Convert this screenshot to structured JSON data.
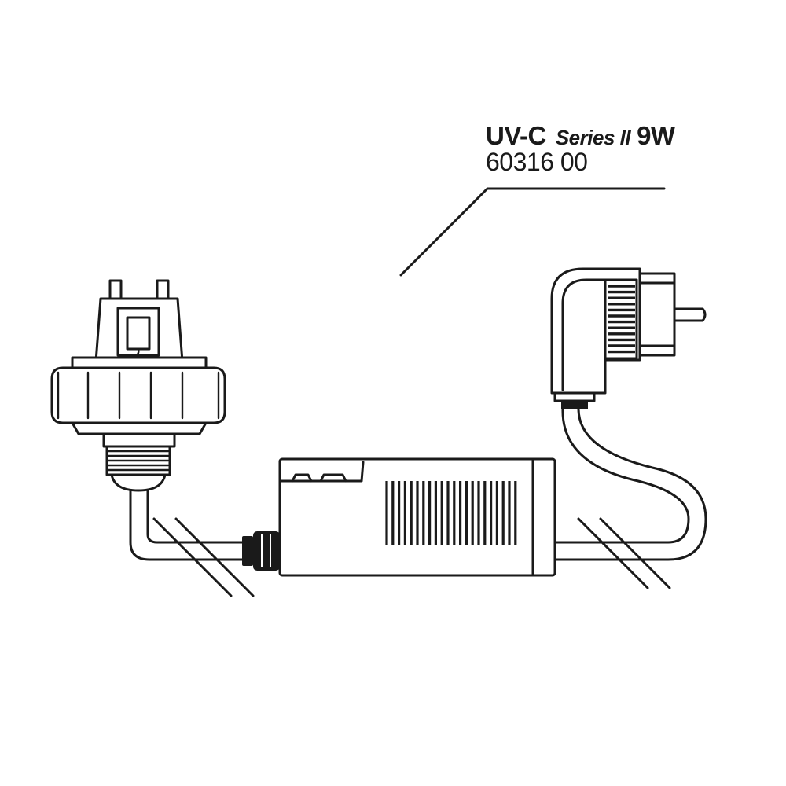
{
  "label": {
    "model": "UV-C",
    "series": "Series II",
    "wattage": "9W",
    "part_number": "60316 00"
  }
}
